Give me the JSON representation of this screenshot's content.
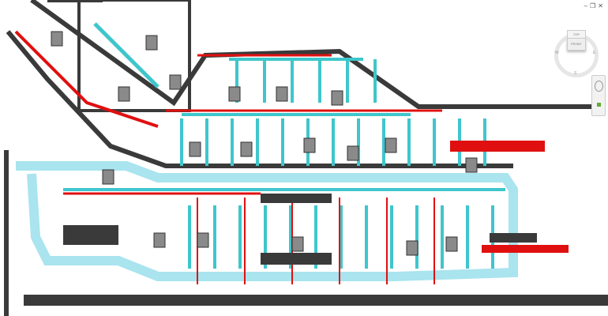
{
  "window_controls": {
    "minimize": "–",
    "restore": "❐",
    "close": "✕"
  },
  "viewcube": {
    "top_label": "TOP",
    "front_label": "FRONT",
    "compass": {
      "west": "W",
      "east": "E",
      "south": "S"
    }
  },
  "colors": {
    "wall": "#3a3a3a",
    "supply_duct": "#3ec6cc",
    "light_duct": "#a9e4ef",
    "pipe_red": "#e01010",
    "equipment": "#8a8a8a"
  }
}
